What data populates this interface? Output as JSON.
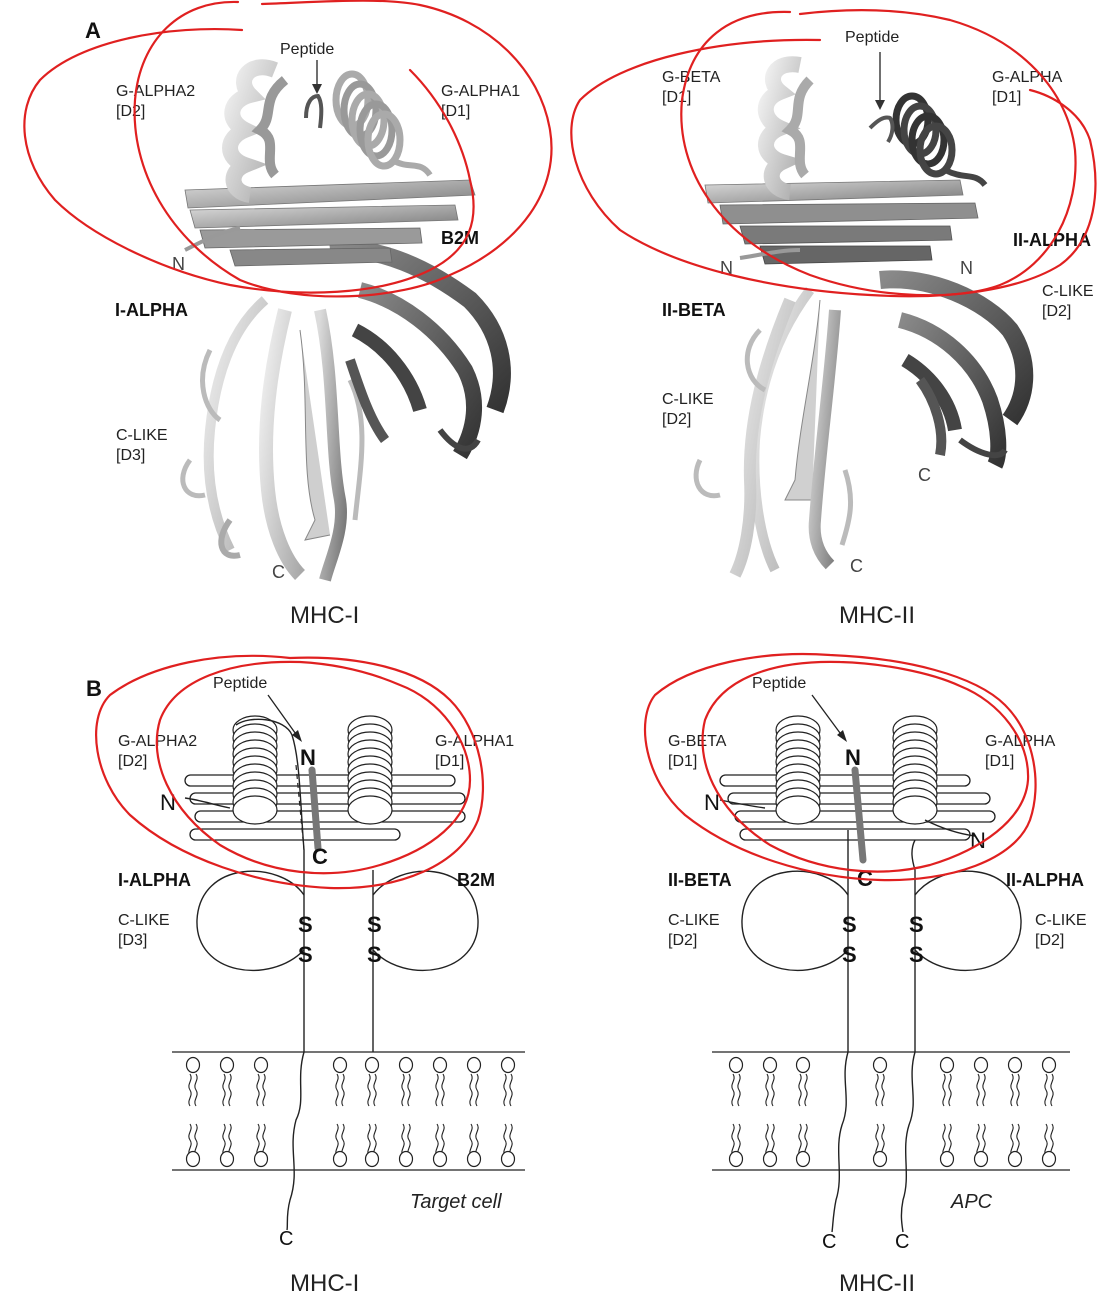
{
  "panels": {
    "a": "A",
    "b": "B"
  },
  "mhc1_structure": {
    "peptide": "Peptide",
    "g_alpha2": "G-ALPHA2",
    "g_alpha2_dom": "[D2]",
    "g_alpha1": "G-ALPHA1",
    "g_alpha1_dom": "[D1]",
    "b2m": "B2M",
    "n": "N",
    "i_alpha": "I-ALPHA",
    "c_like": "C-LIKE",
    "c_like_dom": "[D3]",
    "c": "C",
    "caption": "MHC-I"
  },
  "mhc2_structure": {
    "peptide": "Peptide",
    "g_beta": "G-BETA",
    "g_beta_dom": "[D1]",
    "g_alpha": "G-ALPHA",
    "g_alpha_dom": "[D1]",
    "ii_alpha": "II-ALPHA",
    "n_left": "N",
    "n_right": "N",
    "ii_beta": "II-BETA",
    "c_like_right": "C-LIKE",
    "c_like_right_dom": "[D2]",
    "c_like_left": "C-LIKE",
    "c_like_left_dom": "[D2]",
    "c_right": "C",
    "c_left": "C",
    "caption": "MHC-II"
  },
  "mhc1_schematic": {
    "peptide": "Peptide",
    "g_alpha2": "G-ALPHA2",
    "g_alpha2_dom": "[D2]",
    "g_alpha1": "G-ALPHA1",
    "g_alpha1_dom": "[D1]",
    "pep_n": "N",
    "pep_c": "C",
    "chain_n": "N",
    "i_alpha": "I-ALPHA",
    "b2m": "B2M",
    "c_like": "C-LIKE",
    "c_like_dom": "[D3]",
    "s": "S",
    "cell": "Target cell",
    "c": "C",
    "caption": "MHC-I"
  },
  "mhc2_schematic": {
    "peptide": "Peptide",
    "g_beta": "G-BETA",
    "g_beta_dom": "[D1]",
    "g_alpha": "G-ALPHA",
    "g_alpha_dom": "[D1]",
    "pep_n": "N",
    "pep_c": "C",
    "chain_n_left": "N",
    "chain_n_right": "N",
    "ii_beta": "II-BETA",
    "ii_alpha": "II-ALPHA",
    "c_like_left": "C-LIKE",
    "c_like_left_dom": "[D2]",
    "c_like_right": "C-LIKE",
    "c_like_right_dom": "[D2]",
    "s": "S",
    "cell": "APC",
    "c": "C",
    "caption": "MHC-II"
  },
  "colors": {
    "annotation": "#e02020",
    "light_ribbon": "#c8c8c8",
    "dark_ribbon": "#555555"
  }
}
